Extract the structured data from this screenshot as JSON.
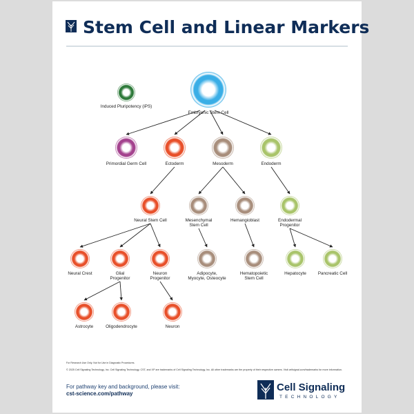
{
  "header": {
    "title": "Stem Cell and Linear Markers"
  },
  "palette": {
    "title": "#0f2d57",
    "divider": "#c9d3dc",
    "arrow": "#222222"
  },
  "nodes": [
    {
      "id": "ips",
      "label": [
        "Induced Pluripotency (iPS)"
      ],
      "color": "#2e7a3a"
    },
    {
      "id": "esc",
      "label": [
        "Embryonic Stem Cell"
      ],
      "color": "#3aaee6"
    },
    {
      "id": "pgc",
      "label": [
        "Primordial Germ Cell"
      ],
      "color": "#a4428e"
    },
    {
      "id": "ecto",
      "label": [
        "Ectoderm"
      ],
      "color": "#e8502a"
    },
    {
      "id": "meso",
      "label": [
        "Mesoderm"
      ],
      "color": "#a88e7c"
    },
    {
      "id": "endo",
      "label": [
        "Endoderm"
      ],
      "color": "#a9c46a"
    },
    {
      "id": "nsc",
      "label": [
        "Neural Stem Cell"
      ],
      "color": "#e8502a"
    },
    {
      "id": "msc",
      "label": [
        "Mesenchymal",
        "Stem Cell"
      ],
      "color": "#a88e7c"
    },
    {
      "id": "hema",
      "label": [
        "Hemangioblast"
      ],
      "color": "#a88e7c"
    },
    {
      "id": "endop",
      "label": [
        "Endodermal",
        "Progenitor"
      ],
      "color": "#a9c46a"
    },
    {
      "id": "ncrest",
      "label": [
        "Neural Crest"
      ],
      "color": "#e8502a"
    },
    {
      "id": "glial",
      "label": [
        "Glial",
        "Progenitor"
      ],
      "color": "#e8502a"
    },
    {
      "id": "neurop",
      "label": [
        "Neuron",
        "Progenitor"
      ],
      "color": "#e8502a"
    },
    {
      "id": "adipo",
      "label": [
        "Adipocyte,",
        "Myocyte, Osteocyte"
      ],
      "color": "#a88e7c"
    },
    {
      "id": "hsc",
      "label": [
        "Hematopoietic",
        "Stem Cell"
      ],
      "color": "#a88e7c"
    },
    {
      "id": "hepa",
      "label": [
        "Hepatocyte"
      ],
      "color": "#a9c46a"
    },
    {
      "id": "panc",
      "label": [
        "Pancreatic Cell"
      ],
      "color": "#a9c46a"
    },
    {
      "id": "astro",
      "label": [
        "Astrocyte"
      ],
      "color": "#e8502a"
    },
    {
      "id": "oligo",
      "label": [
        "Oligodendrocyte"
      ],
      "color": "#e8502a"
    },
    {
      "id": "neuron",
      "label": [
        "Neuron"
      ],
      "color": "#e8502a"
    }
  ],
  "edges": [
    [
      "esc",
      "pgc"
    ],
    [
      "esc",
      "ecto"
    ],
    [
      "esc",
      "meso"
    ],
    [
      "esc",
      "endo"
    ],
    [
      "ecto",
      "nsc"
    ],
    [
      "meso",
      "msc"
    ],
    [
      "meso",
      "hema"
    ],
    [
      "endo",
      "endop"
    ],
    [
      "nsc",
      "ncrest"
    ],
    [
      "nsc",
      "glial"
    ],
    [
      "nsc",
      "neurop"
    ],
    [
      "msc",
      "adipo"
    ],
    [
      "hema",
      "hsc"
    ],
    [
      "endop",
      "hepa"
    ],
    [
      "endop",
      "panc"
    ],
    [
      "glial",
      "astro"
    ],
    [
      "glial",
      "oligo"
    ],
    [
      "neurop",
      "neuron"
    ]
  ],
  "footer": {
    "disclaimer": "For Research Use Only. Not for Use in Diagnostic Procedures.",
    "copyright": "© 2025 Cell Signaling Technology, Inc. Cell Signaling Technology, CST, and XP are trademarks of Cell Signaling Technology, Inc. All other trademarks are the property of their respective owners. Visit cellsignal.com/trademarks for more information.",
    "visit_text": "For pathway key and background, please visit:",
    "visit_url": "cst-science.com/pathway",
    "brand_name": "Cell Signaling",
    "brand_sub": "TECHNOLOGY"
  }
}
